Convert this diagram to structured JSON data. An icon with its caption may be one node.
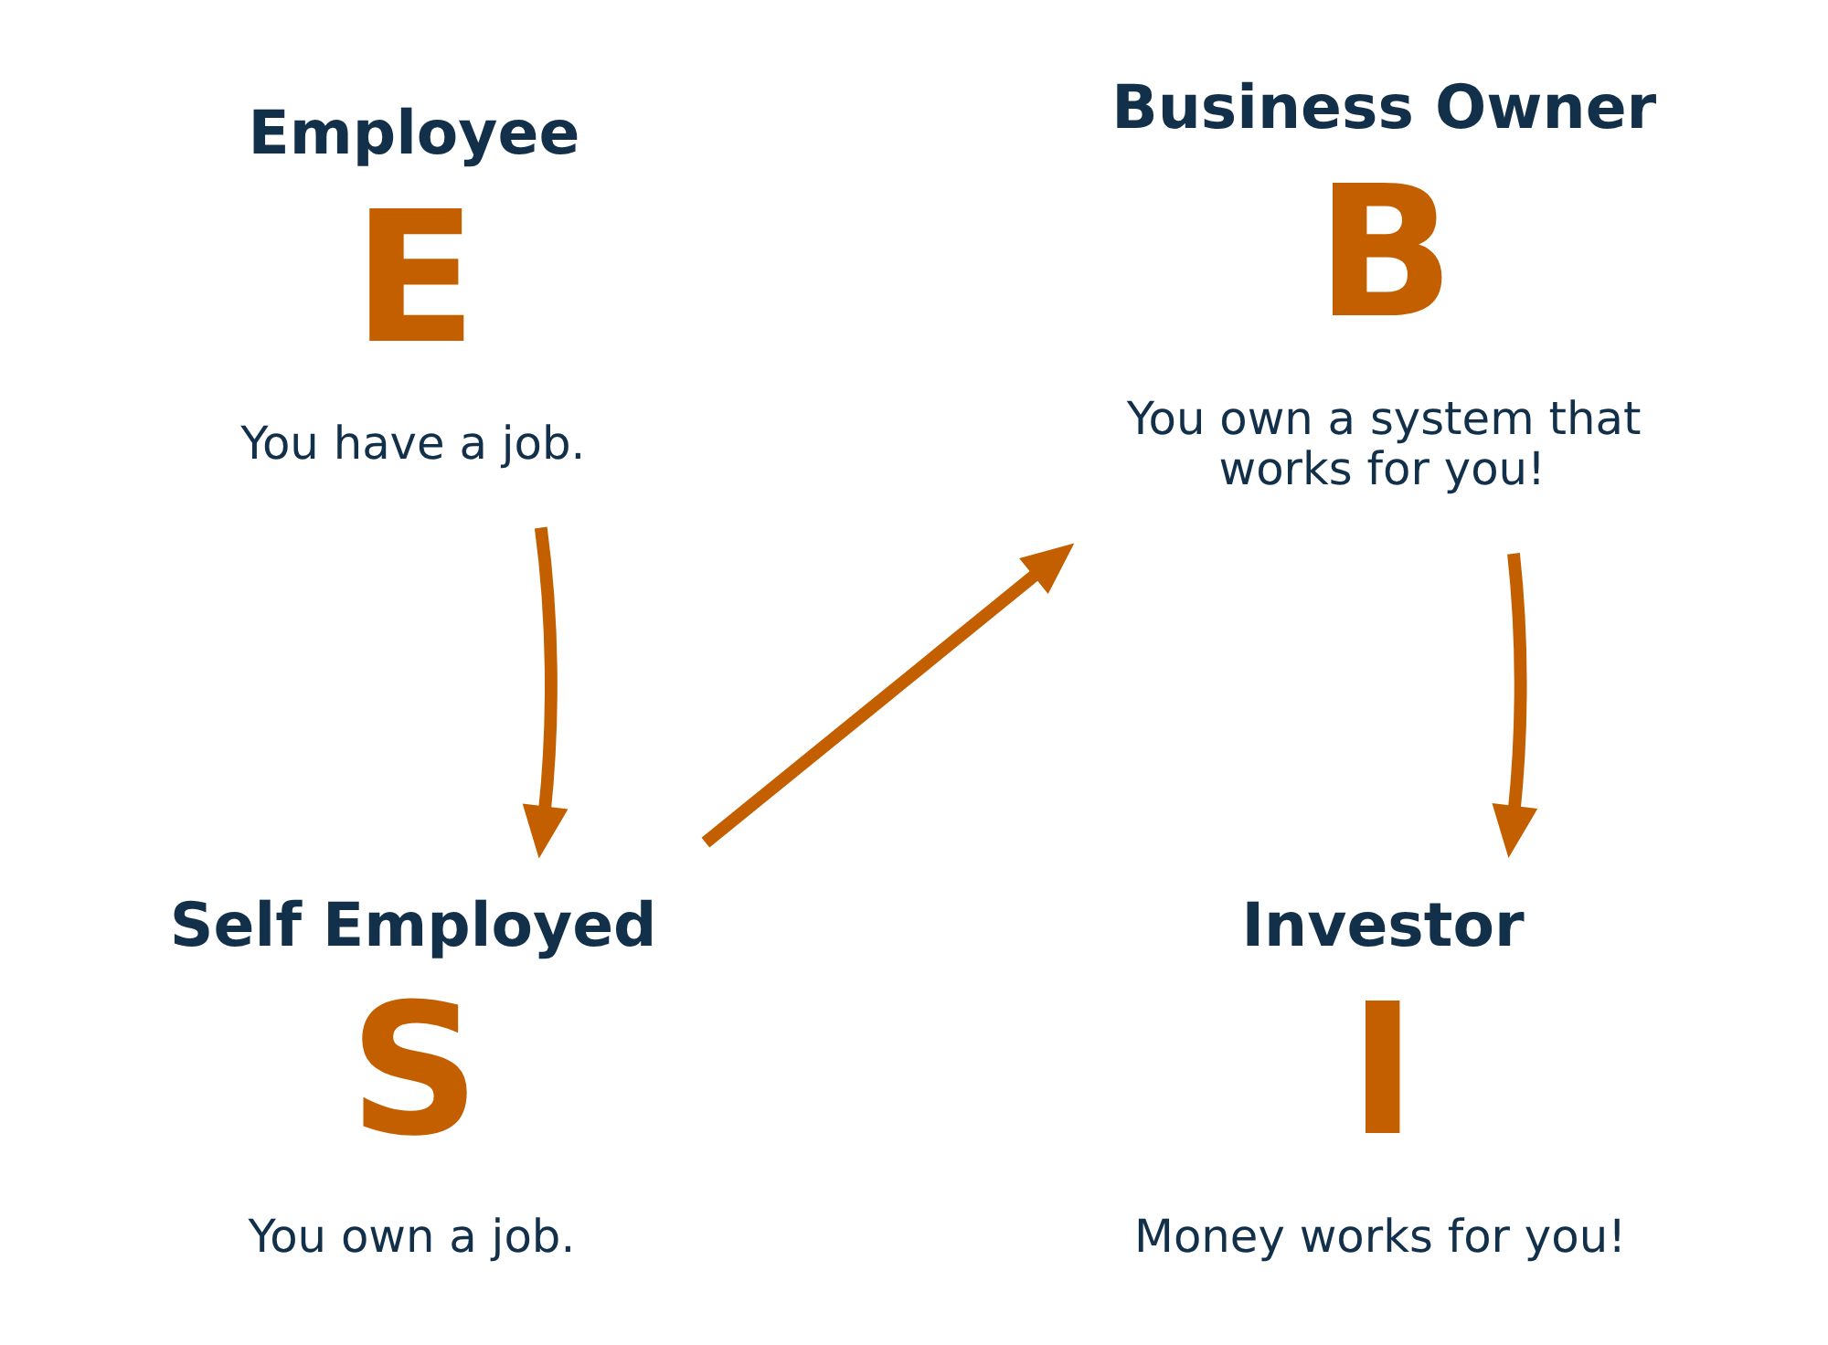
{
  "diagram": {
    "nodes": [
      {
        "text": [
          "Employee",
          "E",
          "You have a job."
        ]
      },
      {
        "text": [
          "Business Owner",
          "B",
          "You own a system that works for you!"
        ]
      },
      {
        "text": [
          "Self Employed",
          "S",
          "You own a job."
        ]
      },
      {
        "text": [
          "Investor",
          "I",
          "Money works for you!"
        ]
      }
    ],
    "edges": [
      {
        "from": 0,
        "to": 2,
        "arrow": "to"
      },
      {
        "from": 2,
        "to": 1,
        "arrow": "to"
      },
      {
        "from": 1,
        "to": 3,
        "arrow": "to"
      }
    ]
  }
}
